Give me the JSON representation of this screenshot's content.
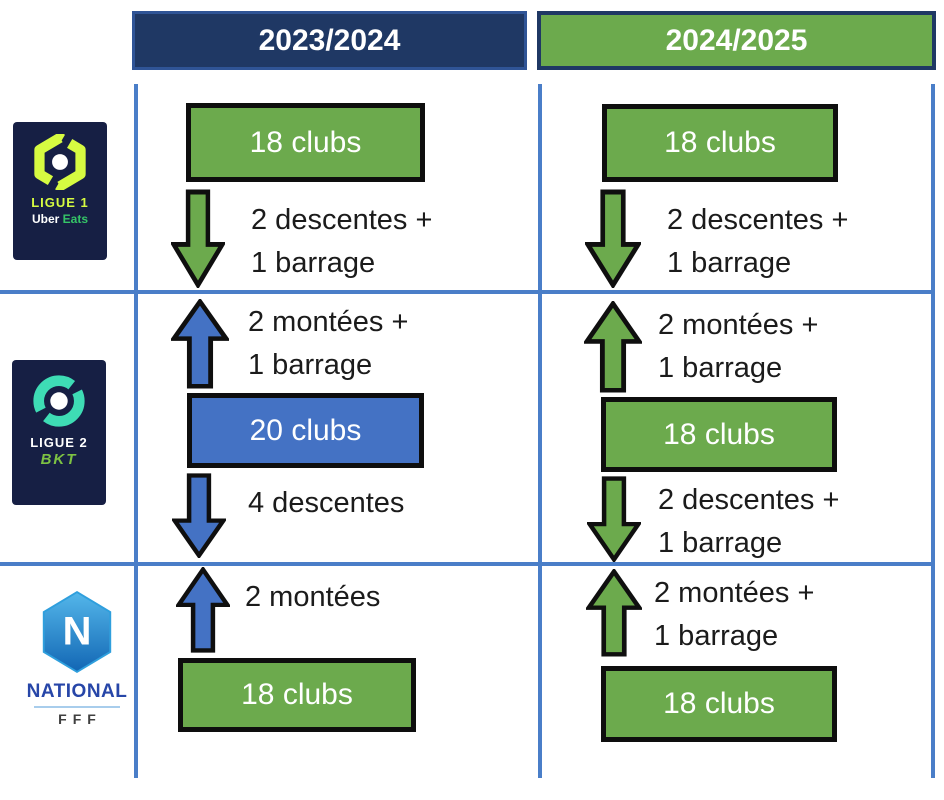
{
  "headers": {
    "season1": "2023/2024",
    "season2": "2024/2025"
  },
  "logos": {
    "ligue1": {
      "title": "LIGUE 1",
      "sponsor_word1": "Uber",
      "sponsor_word2": "Eats"
    },
    "ligue2": {
      "title": "LIGUE 2",
      "sponsor": "BKT"
    },
    "national": {
      "letter": "N",
      "title": "NATIONAL",
      "federation": "FFF"
    }
  },
  "ligue1": {
    "s2023": {
      "clubs": "18 clubs",
      "down1": "2 descentes +",
      "down2": "1 barrage"
    },
    "s2024": {
      "clubs": "18 clubs",
      "down1": "2 descentes +",
      "down2": "1 barrage"
    }
  },
  "ligue2": {
    "s2023": {
      "up1": "2 montées +",
      "up2": "1 barrage",
      "clubs": "20 clubs",
      "down1": "4 descentes"
    },
    "s2024": {
      "up1": "2 montées +",
      "up2": "1 barrage",
      "clubs": "18 clubs",
      "down1": "2 descentes +",
      "down2": "1 barrage"
    }
  },
  "national": {
    "s2023": {
      "up1": "2 montées",
      "clubs": "18 clubs"
    },
    "s2024": {
      "up1": "2 montées +",
      "up2": "1 barrage",
      "clubs": "18 clubs"
    }
  },
  "colors": {
    "green": "#6caa4d",
    "blue": "#4472c4",
    "navy": "#1f3864",
    "grid_blue": "#4a7ec8",
    "ligue1_lime": "#d6fb41",
    "ligue2_teal": "#3edcb5",
    "national_blue": "#2746a8"
  }
}
